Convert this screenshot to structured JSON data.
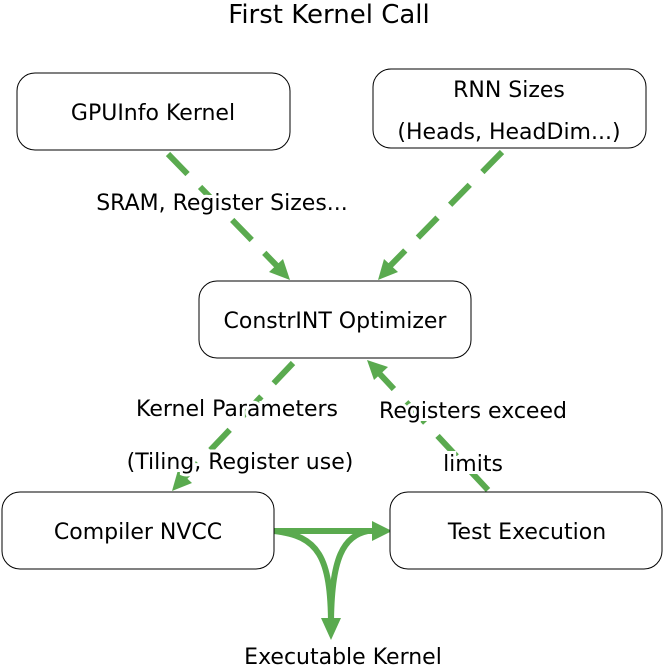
{
  "title": "First Kernel Call",
  "nodes": {
    "gpuinfo": {
      "label": "GPUInfo Kernel"
    },
    "rnn": {
      "line1": "RNN Sizes",
      "line2": "(Heads, HeadDim...)"
    },
    "optimizer": {
      "label": "ConstrINT Optimizer"
    },
    "compiler": {
      "label": "Compiler NVCC"
    },
    "test": {
      "label": "Test Execution"
    }
  },
  "edges": {
    "gpuinfo_to_optimizer": {
      "label": "SRAM, Register Sizes..."
    },
    "optimizer_to_compiler": {
      "line1": "Kernel Parameters",
      "line2": "(Tiling, Register use)"
    },
    "test_to_optimizer": {
      "line1": "Registers exceed",
      "line2": "limits"
    },
    "output": {
      "label": "Executable Kernel"
    }
  },
  "colors": {
    "arrow": "#5aaa4f",
    "box_stroke": "#000000",
    "box_fill": "#ffffff",
    "text": "#000000"
  }
}
